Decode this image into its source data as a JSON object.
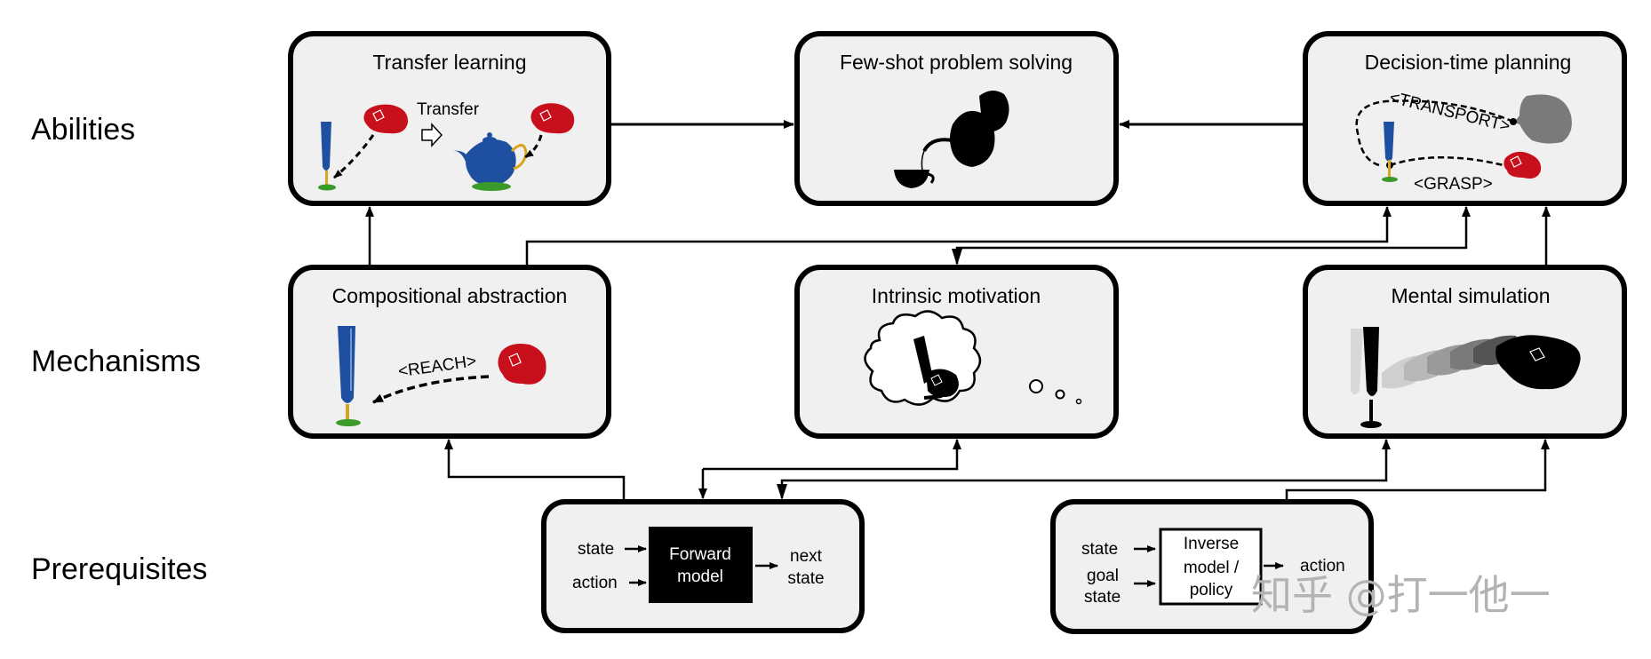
{
  "rows": {
    "abilities": "Abilities",
    "mechanisms": "Mechanisms",
    "prerequisites": "Prerequisites"
  },
  "abilities": {
    "transfer_learning": {
      "title": "Transfer learning",
      "transfer_label": "Transfer"
    },
    "few_shot": {
      "title": "Few-shot problem solving"
    },
    "decision_time_planning": {
      "title": "Decision-time planning",
      "transport_tag": "<TRANSPORT>",
      "grasp_tag": "<GRASP>"
    }
  },
  "mechanisms": {
    "compositional_abstraction": {
      "title": "Compositional abstraction",
      "reach_tag": "<REACH>"
    },
    "intrinsic_motivation": {
      "title": "Intrinsic motivation"
    },
    "mental_simulation": {
      "title": "Mental simulation"
    }
  },
  "prerequisites": {
    "forward_model": {
      "input_1": "state",
      "input_2": "action",
      "model_line_1": "Forward",
      "model_line_2": "model",
      "output_line_1": "next",
      "output_line_2": "state"
    },
    "inverse_model": {
      "input_1": "state",
      "input_2_line_1": "goal",
      "input_2_line_2": "state",
      "model_line_1": "Inverse",
      "model_line_2": "model /",
      "model_line_3": "policy",
      "output": "action"
    }
  },
  "colors": {
    "box_fill": "#f0f0f0",
    "box_stroke": "#000000",
    "glass_blue": "#1f4fa0",
    "glass_stem": "#d9a520",
    "glass_base": "#3a9a2a",
    "hand_red": "#c8101c",
    "head_gray": "#7a7a7a",
    "watermark": "#b3b3b3"
  },
  "watermark": "知乎 @打一他一"
}
